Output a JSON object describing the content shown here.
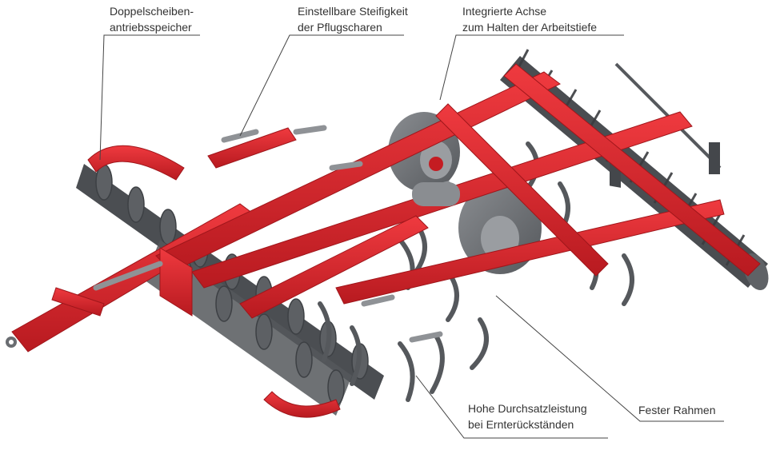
{
  "colors": {
    "frame": "#d81f26",
    "frame_dark": "#a3161b",
    "steel": "#5c5f63",
    "steel_dark": "#3e4145",
    "tire": "#6f7276",
    "leader": "#444444",
    "text": "#333333"
  },
  "callouts": [
    {
      "id": "doppelscheiben",
      "lines": [
        "Doppelscheiben-",
        "antriebsspeicher"
      ]
    },
    {
      "id": "steifigkeit",
      "lines": [
        "Einstellbare Steifigkeit",
        "der Pflugscharen"
      ]
    },
    {
      "id": "achse",
      "lines": [
        "Integrierte Achse",
        "zum Halten der Arbeitstiefe"
      ]
    },
    {
      "id": "durchsatz",
      "lines": [
        "Hohe Durchsatzleistung",
        "bei Ernterückständen"
      ]
    },
    {
      "id": "rahmen",
      "lines": [
        "Fester Rahmen"
      ]
    }
  ]
}
